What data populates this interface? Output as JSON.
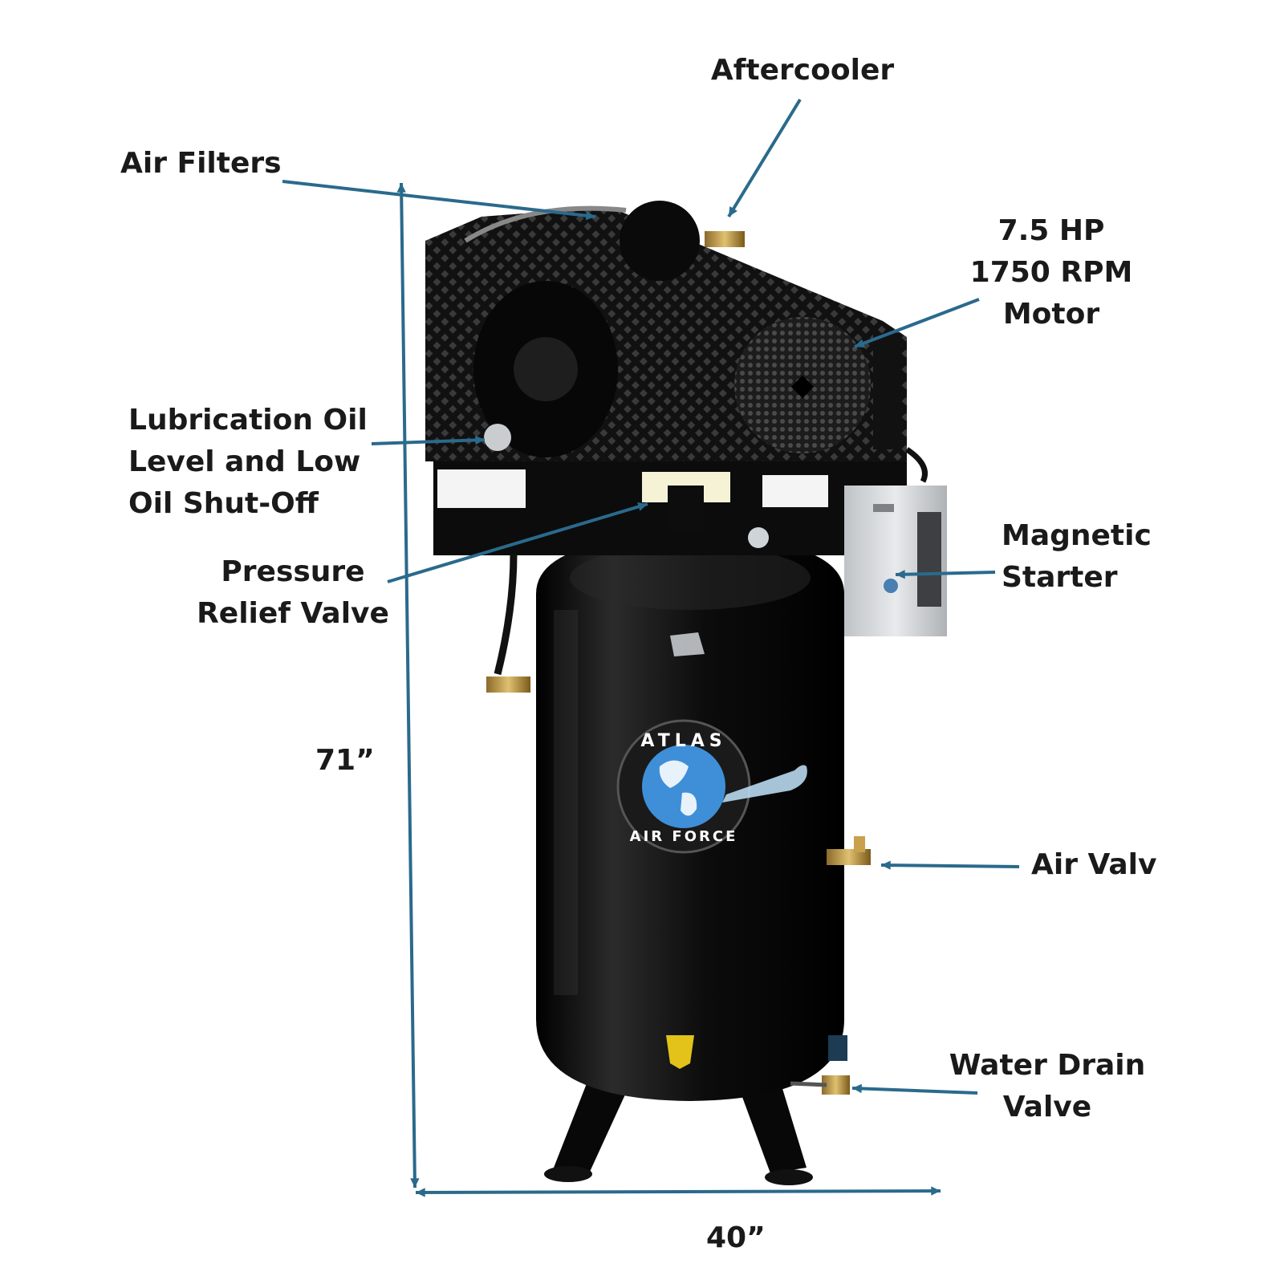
{
  "labels": {
    "aftercooler": [
      "Aftercooler"
    ],
    "air_filters": [
      "Air Filters"
    ],
    "motor": [
      "7.5 HP",
      "1750 RPM",
      "Motor"
    ],
    "lubrication": [
      "Lubrication Oil",
      "Level and Low",
      "Oil Shut-Off"
    ],
    "pressure_relief": [
      "Pressure",
      "Relief Valve"
    ],
    "magnetic_starter": [
      "Magnetic",
      "Starter"
    ],
    "air_valve": [
      "Air Valv"
    ],
    "water_drain": [
      "Water Drain",
      "Valve"
    ]
  },
  "dimensions": {
    "height": "71”",
    "width": "40”"
  },
  "logo": {
    "top_text": "ATLAS",
    "bottom_text": "AIR FORCE"
  },
  "colors": {
    "leader_line": "#2a6a8c",
    "label_text": "#1a1a1a",
    "tank": "#0a0a0a",
    "logo_blue": "#3e8fd8",
    "starter_box": "#d9dcdf"
  }
}
